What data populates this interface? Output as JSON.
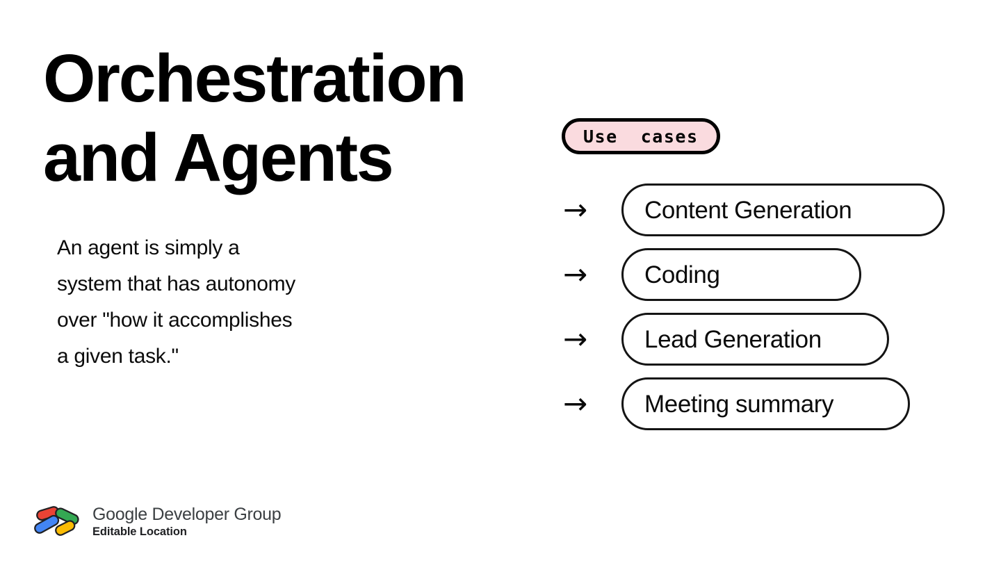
{
  "slide": {
    "background_color": "#ffffff",
    "title": "Orchestration\nand Agents",
    "body": "An agent is simply a\nsystem that has autonomy\nover \"how it accomplishes\na given task.\""
  },
  "use_cases": {
    "badge": {
      "label": "Use  cases",
      "fill_color": "#FADBDF",
      "border_color": "#000000"
    },
    "arrow_glyph": "→",
    "items": [
      {
        "label": "Content Generation"
      },
      {
        "label": "Coding"
      },
      {
        "label": "Lead Generation"
      },
      {
        "label": "Meeting summary"
      }
    ]
  },
  "footer": {
    "logo_name": "gdg-logo",
    "organization": "Google Developer Group",
    "location": "Editable Location",
    "logo_colors": {
      "red": "#EA4335",
      "blue": "#4285F4",
      "green": "#34A853",
      "yellow": "#FBBC04",
      "outline": "#202124"
    }
  }
}
